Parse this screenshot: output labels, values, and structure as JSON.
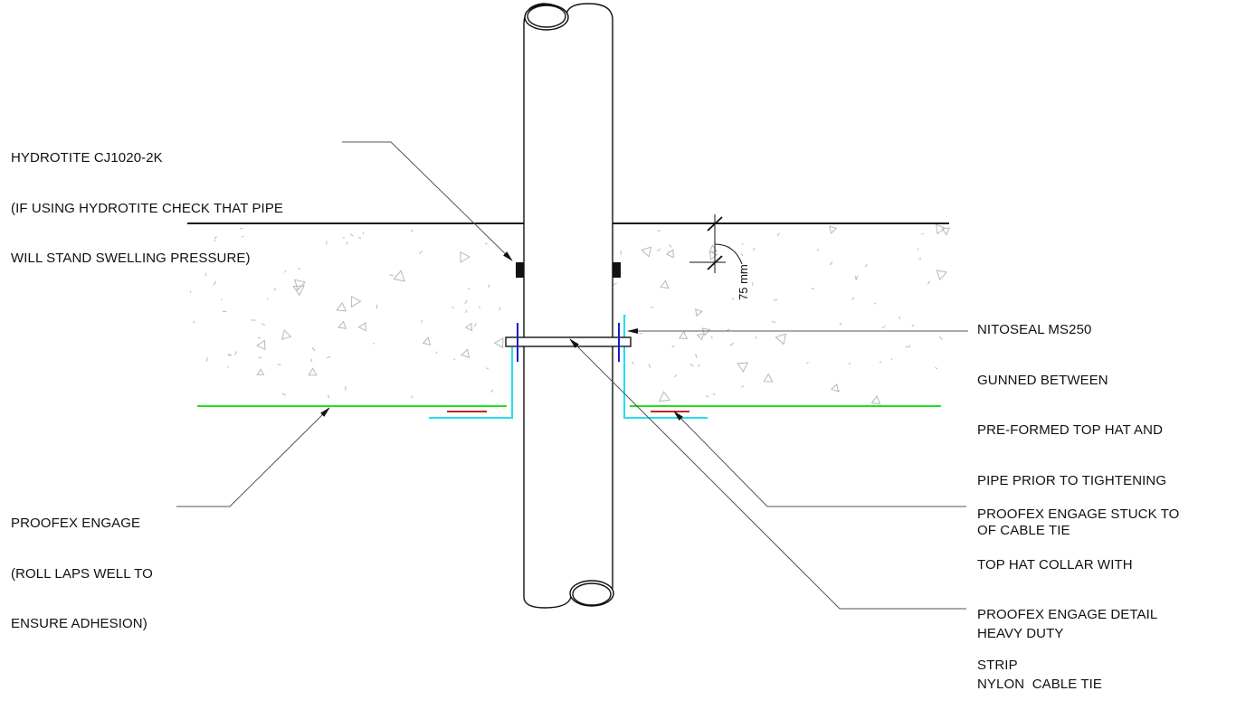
{
  "drawing": {
    "title": "Pipe penetration through concrete slab with Proofex Engage membrane - detail",
    "colors": {
      "line": "#111111",
      "leader": "#555555",
      "membrane_green": "#22dd22",
      "top_hat_cyan": "#22e0f0",
      "detail_strip_red": "#cc2222",
      "clamp_blue": "#1a1acc",
      "aggregate_grey": "#b0b0b0"
    },
    "dimension": {
      "text": "75 mm"
    }
  },
  "annotations": {
    "hydrotite": {
      "lines": [
        "HYDROTITE CJ1020-2K",
        "(IF USING HYDROTITE CHECK THAT PIPE",
        "WILL STAND SWELLING PRESSURE)"
      ]
    },
    "nitoseal": {
      "lines": [
        "NITOSEAL MS250",
        "GUNNED BETWEEN",
        "PRE-FORMED TOP HAT AND",
        "PIPE PRIOR TO TIGHTENING",
        "OF CABLE TIE"
      ]
    },
    "proofex_engage": {
      "lines": [
        "PROOFEX ENGAGE",
        "(ROLL LAPS WELL TO",
        "ENSURE ADHESION)"
      ]
    },
    "proofex_stuck": {
      "lines": [
        "PROOFEX ENGAGE STUCK TO",
        "TOP HAT COLLAR WITH",
        "PROOFEX ENGAGE DETAIL",
        "STRIP"
      ]
    },
    "cable_tie": {
      "lines": [
        "HEAVY DUTY",
        "NYLON  CABLE TIE"
      ]
    }
  }
}
